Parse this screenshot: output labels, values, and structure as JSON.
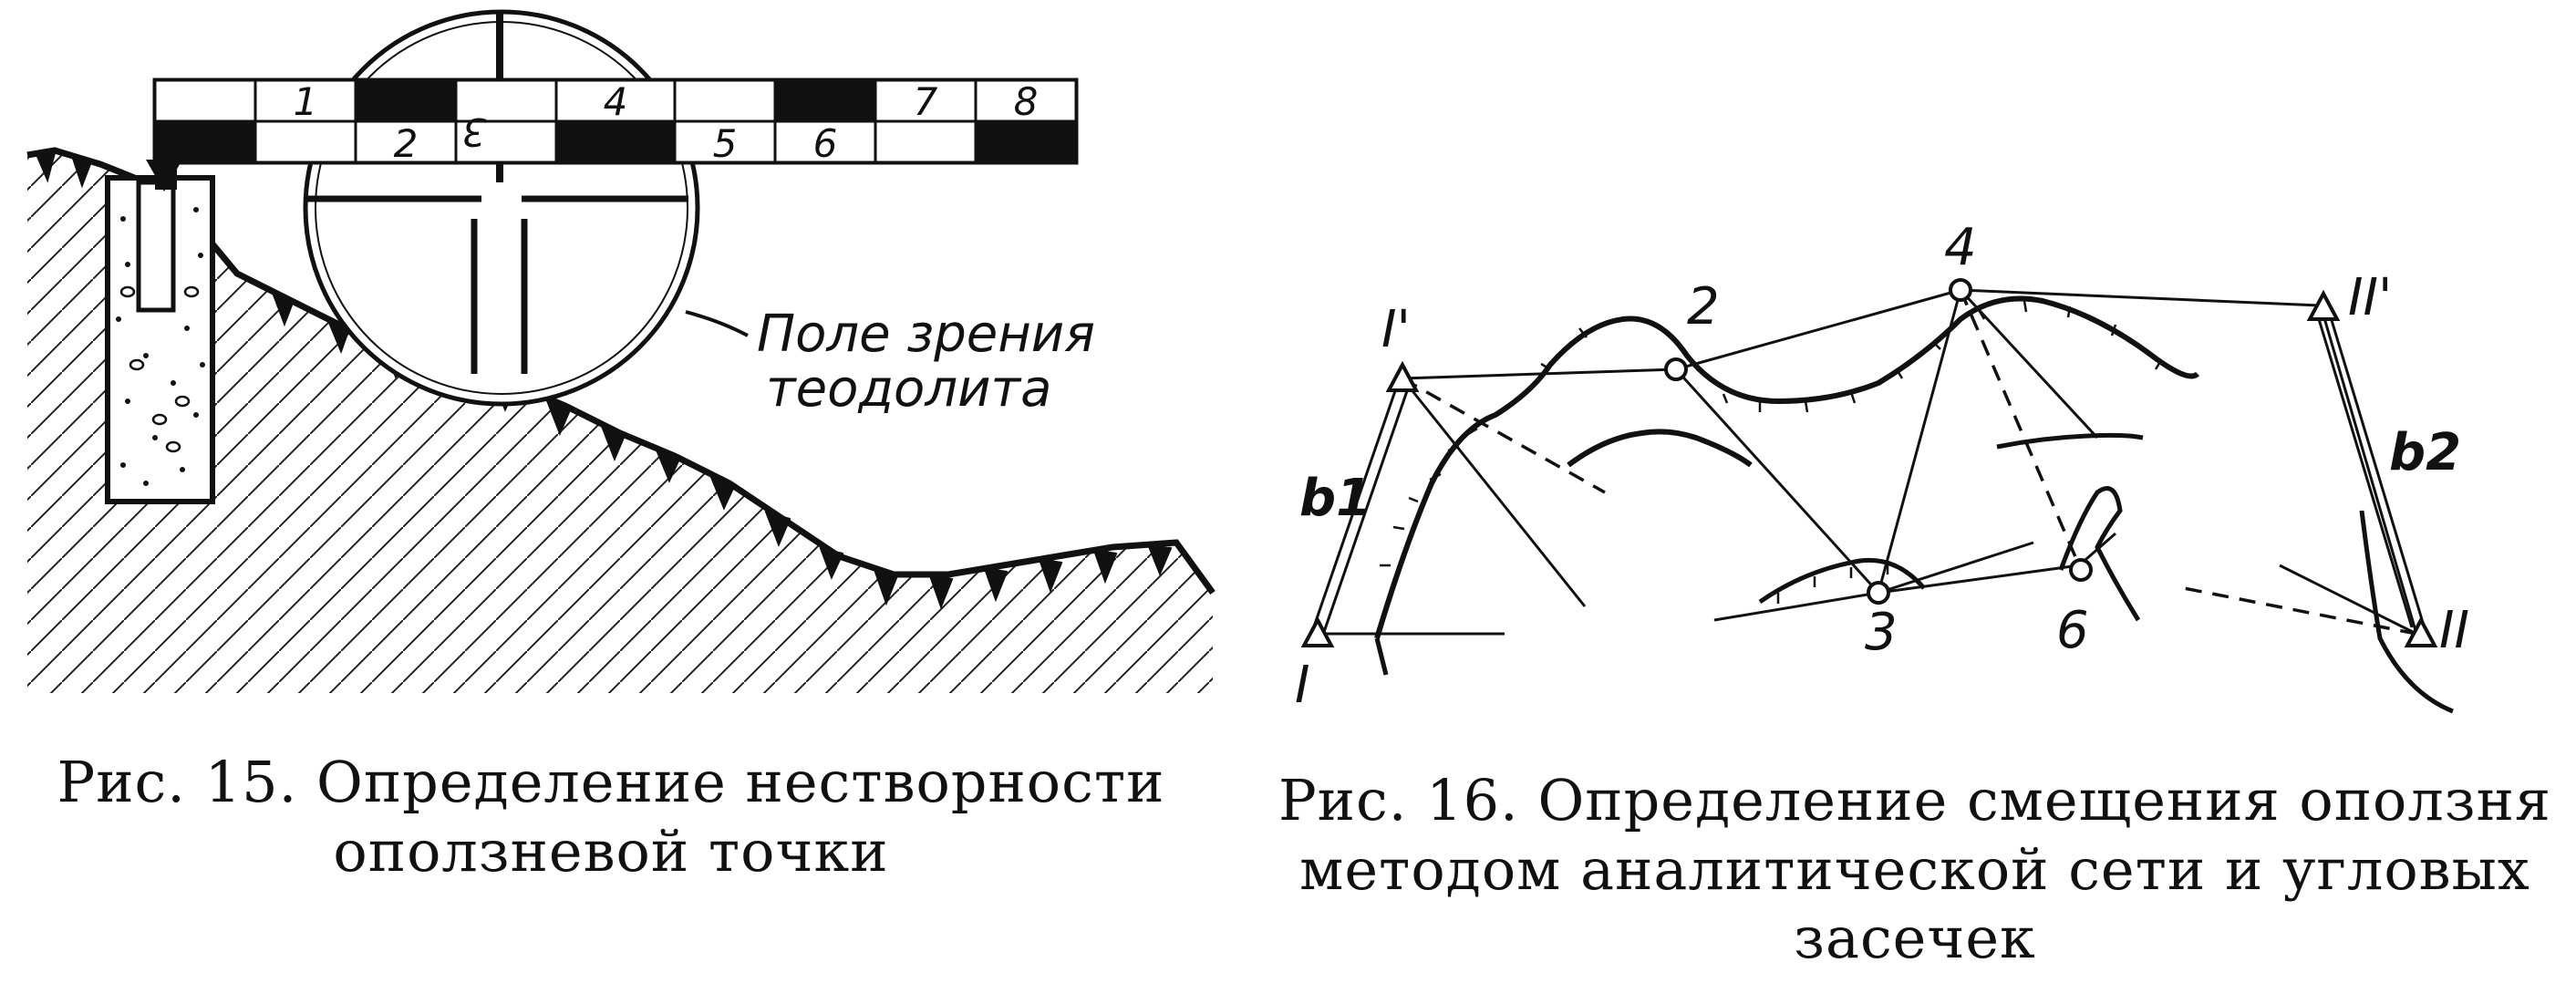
{
  "figure15": {
    "scale_labels": [
      "1",
      "2",
      "3",
      "4",
      "5",
      "6",
      "7",
      "8"
    ],
    "annotation_line1": "Поле зрения",
    "annotation_line2": "теодолита",
    "caption_line1": "Рис. 15. Определение нестворности",
    "caption_line2": "оползневой точки"
  },
  "figure16": {
    "labels": {
      "station_I": "I",
      "station_I_prime": "I'",
      "station_II": "II",
      "station_II_prime": "II'",
      "base_b1": "b1",
      "base_b2": "b2",
      "point_2": "2",
      "point_3": "3",
      "point_4": "4",
      "point_6": "6"
    },
    "caption_line1": "Рис. 16. Определение смещения оползня",
    "caption_line2": "методом аналитической сети и угловых",
    "caption_line3": "засечек"
  },
  "colors": {
    "ink": "#111111",
    "paper": "#ffffff"
  }
}
